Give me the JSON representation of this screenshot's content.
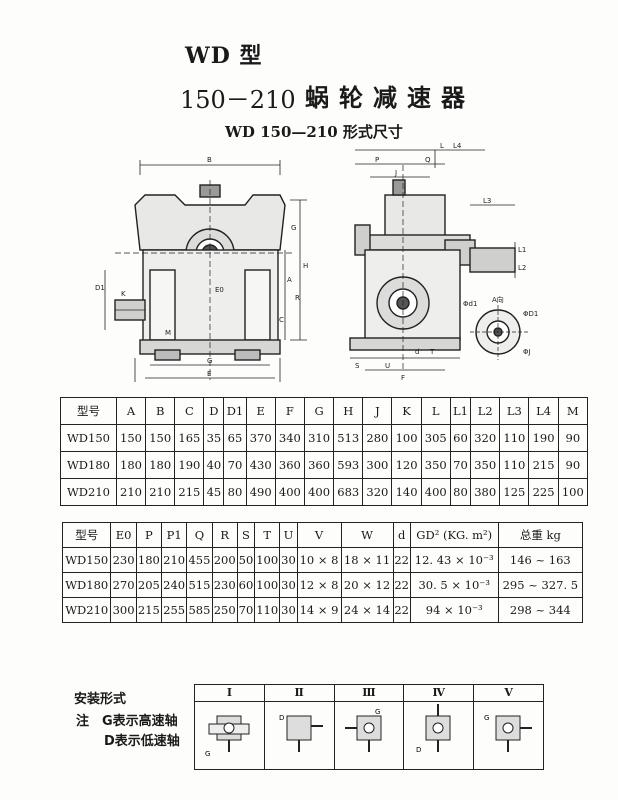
{
  "header": {
    "model_type": "WD 型",
    "range": "150－210",
    "product_name": "蜗轮减速器",
    "subtitle": "WD 150—210 形式尺寸"
  },
  "drawing_labels": {
    "front": [
      "B",
      "G",
      "D1",
      "K",
      "E0",
      "M",
      "R",
      "C",
      "H",
      "A",
      "G",
      "E"
    ],
    "side": [
      "L",
      "L4",
      "P",
      "Q",
      "J",
      "L3",
      "L1",
      "L2",
      "S",
      "U",
      "T",
      "d",
      "F",
      "A向",
      "Φd1",
      "ΦD1",
      "ΦJ"
    ]
  },
  "table1": {
    "headers": [
      "型号",
      "A",
      "B",
      "C",
      "D",
      "D1",
      "E",
      "F",
      "G",
      "H",
      "J",
      "K",
      "L",
      "L1",
      "L2",
      "L3",
      "L4",
      "M"
    ],
    "rows": [
      [
        "WD150",
        "150",
        "150",
        "165",
        "35",
        "65",
        "370",
        "340",
        "310",
        "513",
        "280",
        "100",
        "305",
        "60",
        "320",
        "110",
        "190",
        "90"
      ],
      [
        "WD180",
        "180",
        "180",
        "190",
        "40",
        "70",
        "430",
        "360",
        "360",
        "593",
        "300",
        "120",
        "350",
        "70",
        "350",
        "110",
        "215",
        "90"
      ],
      [
        "WD210",
        "210",
        "210",
        "215",
        "45",
        "80",
        "490",
        "400",
        "400",
        "683",
        "320",
        "140",
        "400",
        "80",
        "380",
        "125",
        "225",
        "100"
      ]
    ]
  },
  "table2": {
    "headers": [
      "型号",
      "E0",
      "P",
      "P1",
      "Q",
      "R",
      "S",
      "T",
      "U",
      "V",
      "W",
      "d",
      "GD² (KG. m²)",
      "总重 kg"
    ],
    "rows": [
      [
        "WD150",
        "230",
        "180",
        "210",
        "455",
        "200",
        "50",
        "100",
        "30",
        "10 × 8",
        "18 × 11",
        "22",
        "12. 43 × 10⁻³",
        "146 ~ 163"
      ],
      [
        "WD180",
        "270",
        "205",
        "240",
        "515",
        "230",
        "60",
        "100",
        "30",
        "12 × 8",
        "20 × 12",
        "22",
        "30. 5 × 10⁻³",
        "295 ~ 327. 5"
      ],
      [
        "WD210",
        "300",
        "215",
        "255",
        "585",
        "250",
        "70",
        "110",
        "30",
        "14 × 9",
        "24 × 14",
        "22",
        "94 × 10⁻³",
        "298 ~ 344"
      ]
    ]
  },
  "installation": {
    "title": "安装形式",
    "note_line1": "注　G表示高速轴",
    "note_line2": "D表示低速轴",
    "forms": [
      "Ⅰ",
      "Ⅱ",
      "Ⅲ",
      "Ⅳ",
      "Ⅴ"
    ],
    "shaft_labels": [
      "G",
      "D"
    ]
  }
}
